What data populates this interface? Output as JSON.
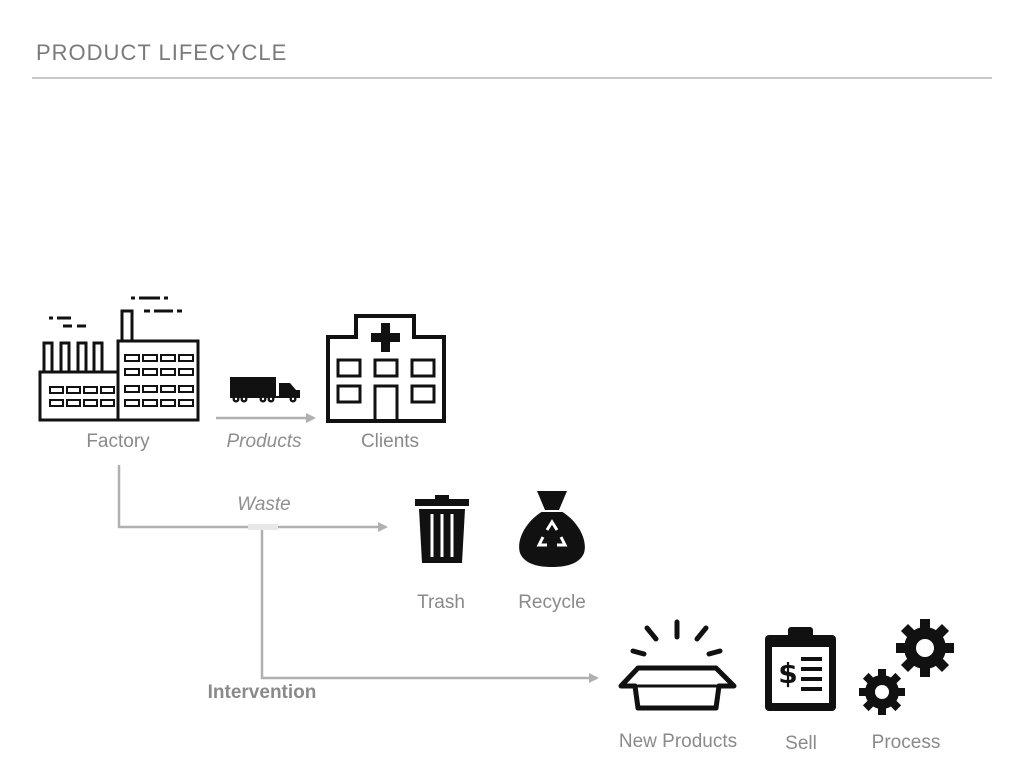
{
  "title": "PRODUCT LIFECYCLE",
  "nodes": {
    "factory": "Factory",
    "clients": "Clients",
    "trash": "Trash",
    "recycle": "Recycle",
    "new_products": "New Products",
    "sell": "Sell",
    "process": "Process"
  },
  "edges": {
    "products": "Products",
    "waste": "Waste",
    "intervention": "Intervention"
  },
  "icons": {
    "factory": "factory-icon",
    "truck": "truck-icon",
    "clients": "hospital-icon",
    "trash": "trash-can-icon",
    "recycle": "recycle-bag-icon",
    "new_products": "open-box-icon",
    "sell": "clipboard-dollar-icon",
    "process": "gears-icon"
  },
  "colors": {
    "icon": "#111111",
    "connector": "#b0b0b0",
    "label": "#8a8a8a"
  }
}
